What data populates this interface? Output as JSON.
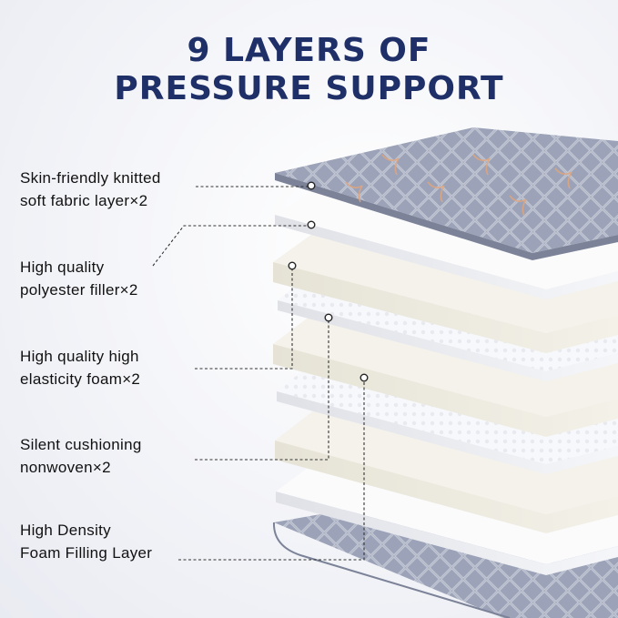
{
  "title": {
    "line1": "9 LAYERS OF",
    "line2": "PRESSURE SUPPORT"
  },
  "labels": [
    {
      "line1": "Skin-friendly knitted",
      "line2": "soft fabric layer×2"
    },
    {
      "line1": "High quality",
      "line2": "polyester filler×2"
    },
    {
      "line1": "High quality high",
      "line2": "elasticity foam×2"
    },
    {
      "line1": "Silent cushioning",
      "line2": "nonwoven×2"
    },
    {
      "line1": "High Density",
      "line2": "Foam Filling Layer"
    }
  ],
  "colors": {
    "title": "#1f2f67",
    "quilt": "#8f96ab",
    "quilt_accent": "#e2a57c",
    "foam": "#f1efe6",
    "fabric": "#f7f8fb",
    "leader": "#333333"
  },
  "layers": [
    "quilted-top",
    "white-fabric",
    "cream-foam",
    "textured-nonwoven",
    "cream-foam",
    "textured-nonwoven",
    "cream-foam",
    "white-fabric",
    "quilted-bottom"
  ]
}
